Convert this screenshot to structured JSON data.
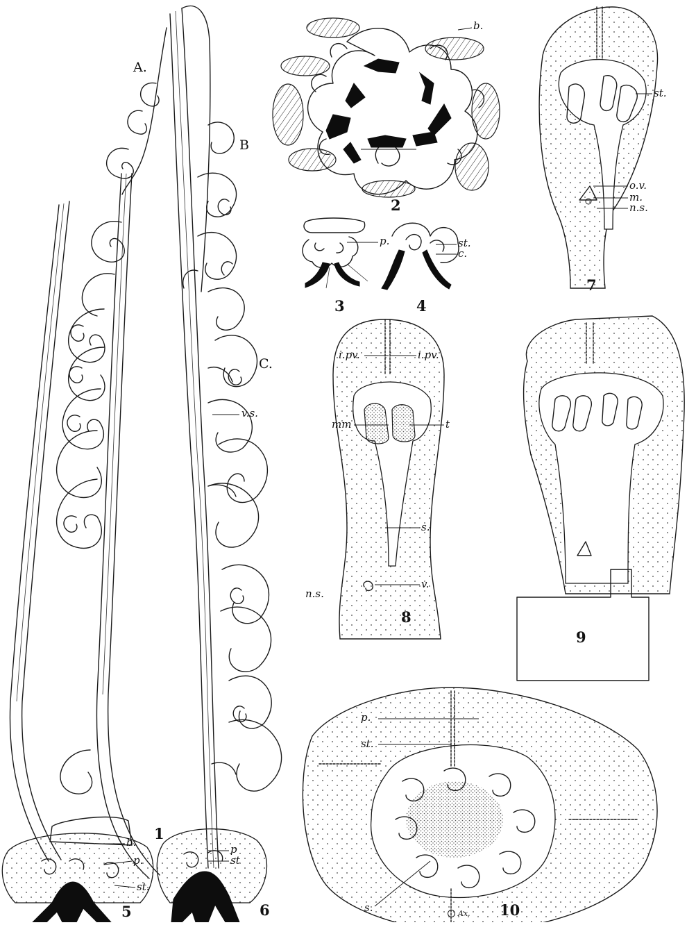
{
  "figure_numbers": [
    "1",
    "2",
    "3",
    "4",
    "5",
    "6",
    "7",
    "8",
    "9",
    "10"
  ],
  "labels": {
    "fig1": [
      "A.",
      "B",
      "C.",
      "v.s."
    ],
    "fig2": [
      "b."
    ],
    "fig3": [
      "p."
    ],
    "fig4": [
      "st.",
      "c."
    ],
    "fig5": [
      "b.",
      "p.",
      "st."
    ],
    "fig6": [
      "p",
      "st"
    ],
    "fig7": [
      "st.",
      "o.v.",
      "m.",
      "n.s."
    ],
    "fig8": [
      "i.pv.",
      "i.pv.",
      "mm",
      "t",
      "s.",
      "v.",
      "n.s."
    ],
    "fig10": [
      "p.",
      "st.",
      "s.",
      "Ax."
    ]
  },
  "colors": {
    "ink": "#1a1a1a",
    "paper": "#ffffff"
  }
}
